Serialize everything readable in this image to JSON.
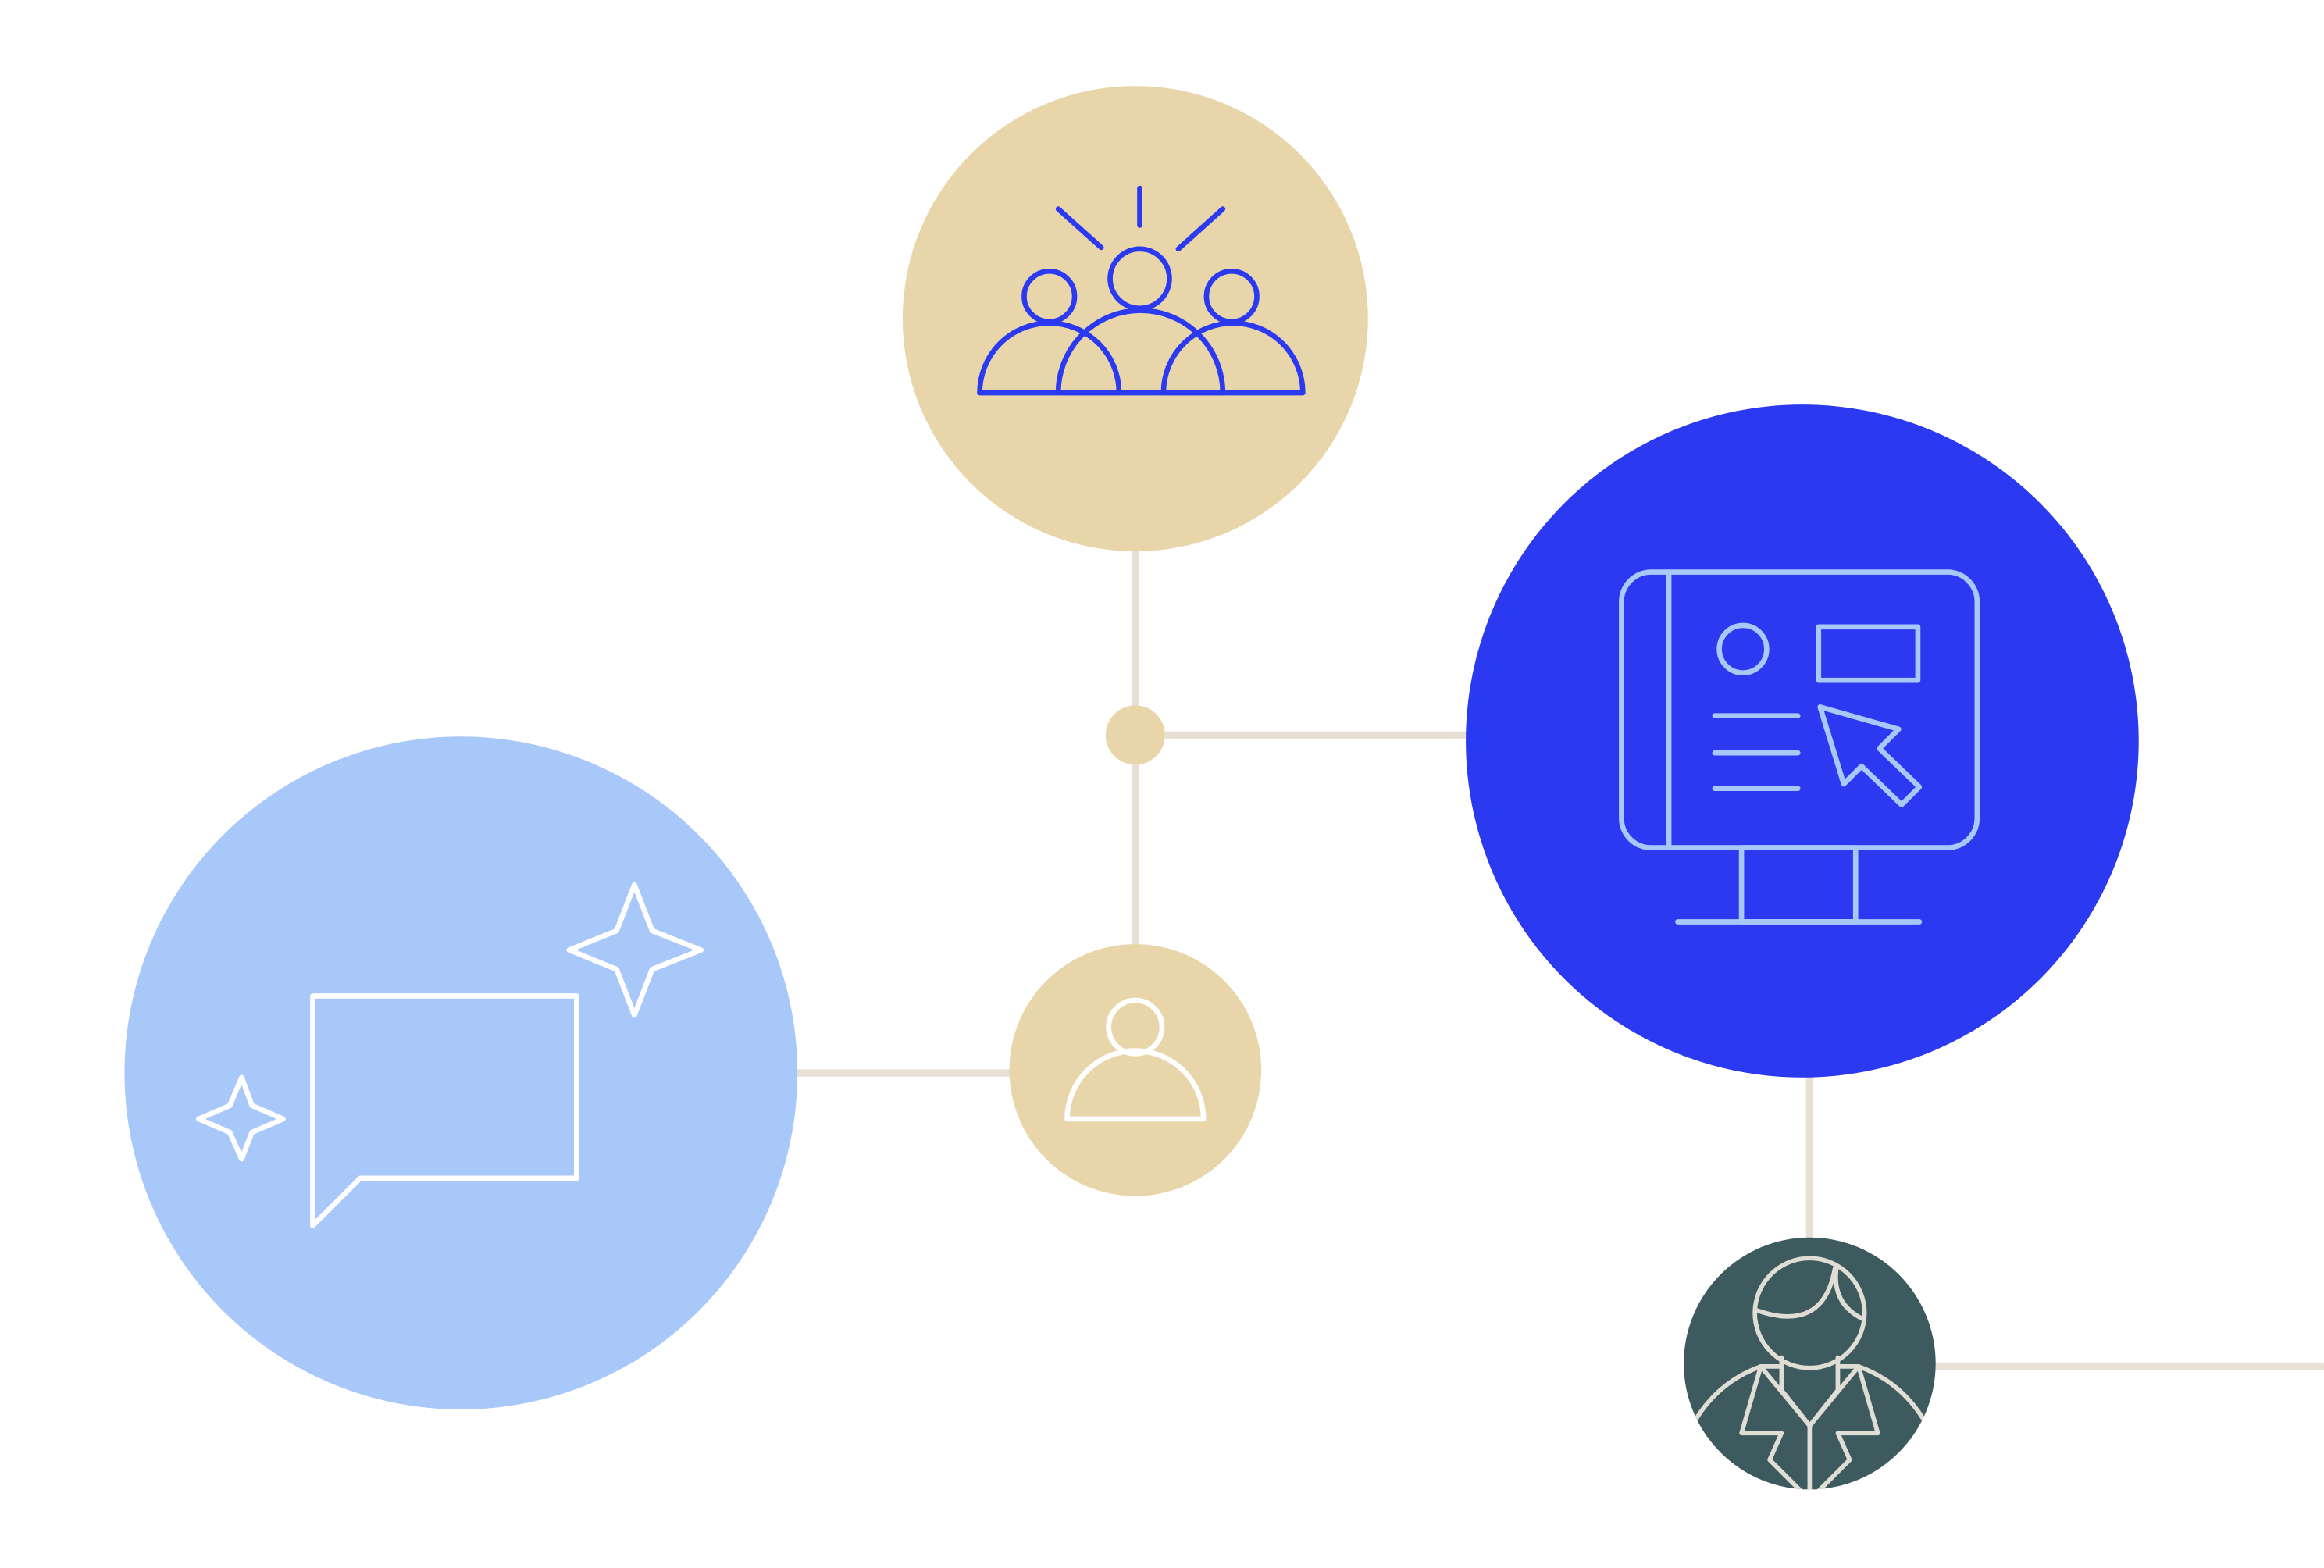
{
  "colors": {
    "background": "#ffffff",
    "connector": "#e8e0d4",
    "tan": "#e8d6aa",
    "blue": "#2b3af0",
    "light_blue": "#a9c8fa",
    "teal": "#3d5a5e",
    "teal_icon": "#e0ddd5",
    "white": "#ffffff"
  },
  "nodes": [
    {
      "id": "team",
      "icon": "group-celebration-icon"
    },
    {
      "id": "hub",
      "icon": "connector-dot"
    },
    {
      "id": "presentation",
      "icon": "monitor-interface-icon"
    },
    {
      "id": "chat",
      "icon": "chat-sparkle-icon"
    },
    {
      "id": "person",
      "icon": "person-icon"
    },
    {
      "id": "businessman",
      "icon": "businessman-icon"
    }
  ]
}
